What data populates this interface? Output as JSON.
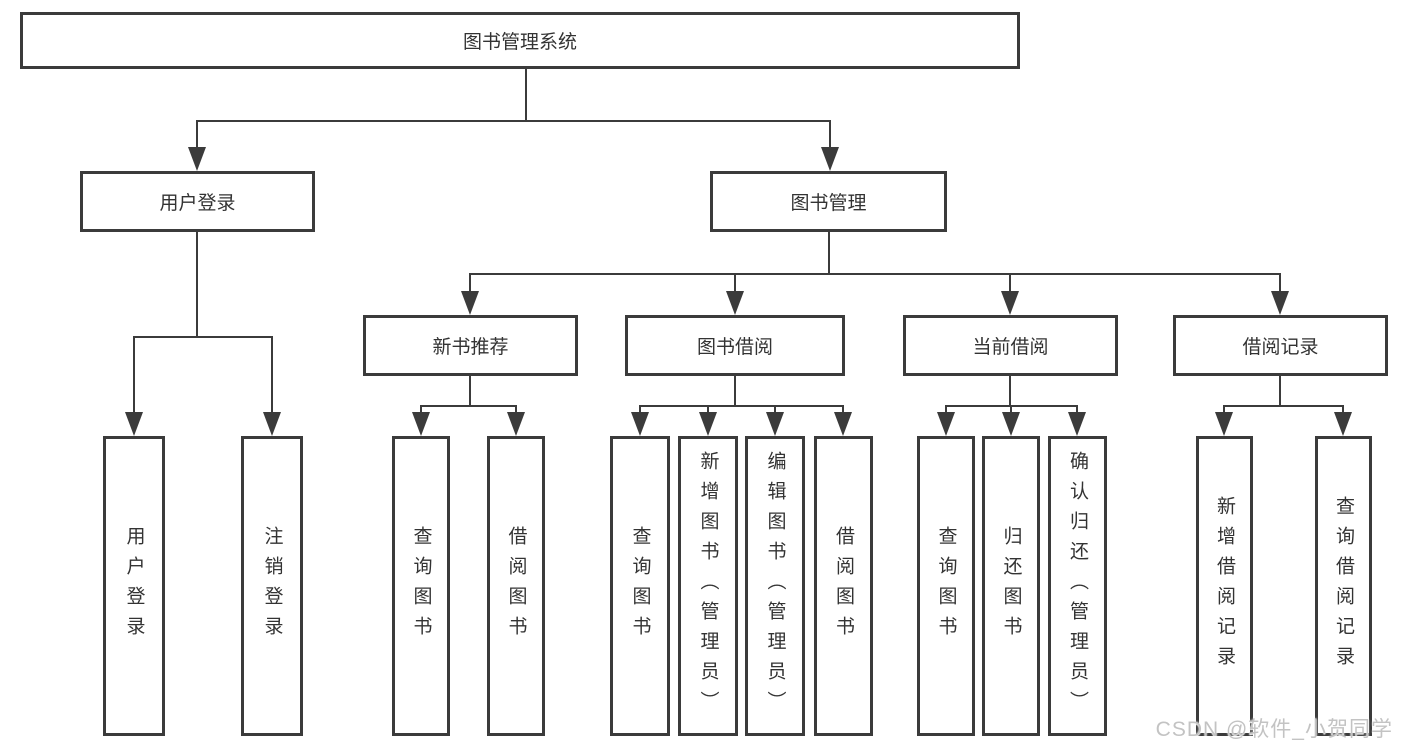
{
  "tree": {
    "label": "图书管理系统",
    "children": [
      {
        "label": "用户登录",
        "children": [
          {
            "label": "用户登录"
          },
          {
            "label": "注销登录"
          }
        ]
      },
      {
        "label": "图书管理",
        "children": [
          {
            "label": "新书推荐",
            "children": [
              {
                "label": "查询图书"
              },
              {
                "label": "借阅图书"
              }
            ]
          },
          {
            "label": "图书借阅",
            "children": [
              {
                "label": "查询图书"
              },
              {
                "label": "新增图书（管理员）"
              },
              {
                "label": "编辑图书（管理员）"
              },
              {
                "label": "借阅图书"
              }
            ]
          },
          {
            "label": "当前借阅",
            "children": [
              {
                "label": "查询图书"
              },
              {
                "label": "归还图书"
              },
              {
                "label": "确认归还（管理员）"
              }
            ]
          },
          {
            "label": "借阅记录",
            "children": [
              {
                "label": "新增借阅记录"
              },
              {
                "label": "查询借阅记录"
              }
            ]
          }
        ]
      }
    ]
  },
  "watermark": {
    "text": "CSDN @软件_小贺同学"
  },
  "colors": {
    "line": "#3b3b3b",
    "box_border": "#3b3b3b",
    "text": "#333333",
    "background": "#ffffff",
    "watermark": "#c3c3c3"
  }
}
